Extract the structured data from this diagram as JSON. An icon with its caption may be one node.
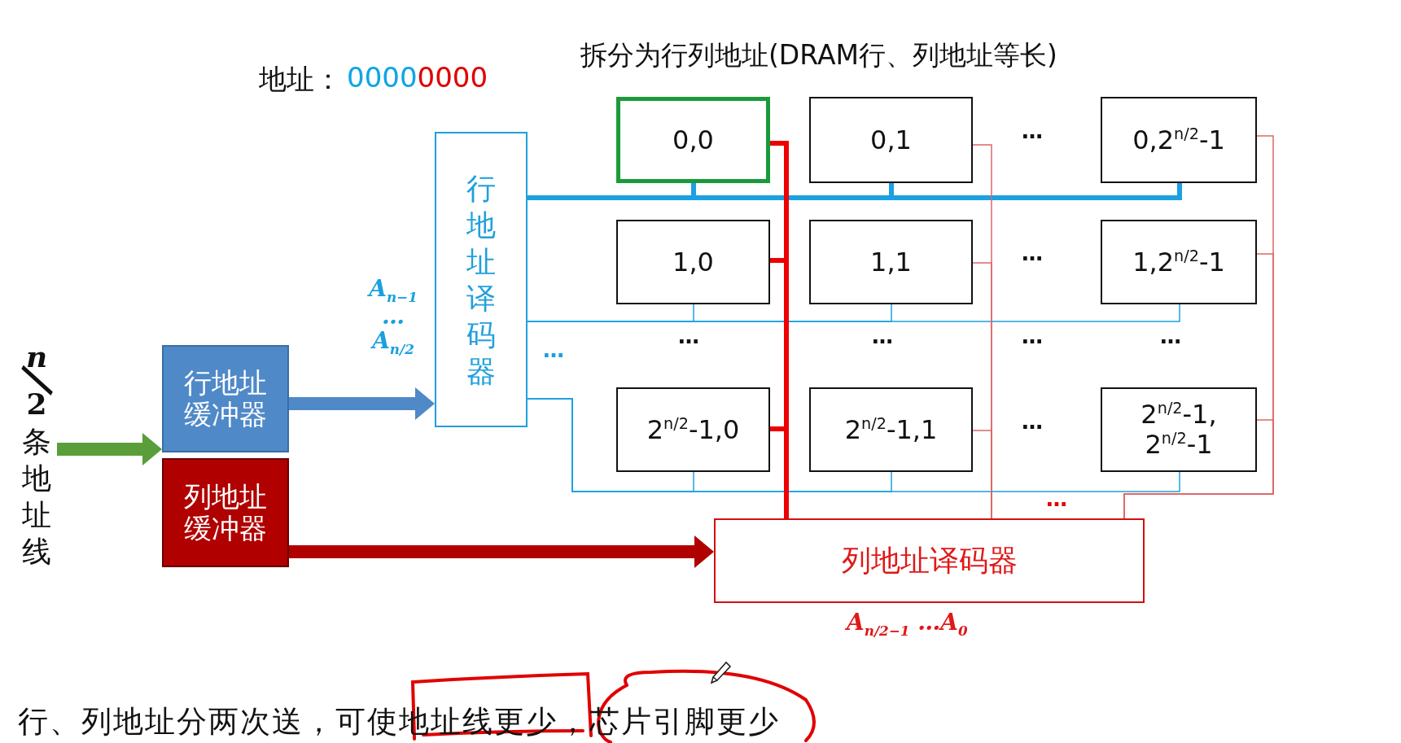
{
  "diagram": {
    "title": "拆分为行列地址(DRAM行、列地址等长)",
    "caption": "行、列地址分两次送，可使地址线更少，芯片引脚更少",
    "nodes": [
      {
        "text": [
          "行地址译码器"
        ]
      },
      {
        "text": [
          "0,0"
        ]
      },
      {
        "text": [
          "0,1"
        ]
      },
      {
        "text": [
          "0,2$^{n/2}$-1"
        ]
      },
      {
        "text": [
          "1,0"
        ]
      },
      {
        "text": [
          "1,1"
        ]
      },
      {
        "text": [
          "1,2$^{n/2}$-1"
        ]
      },
      {
        "text": [
          "2$^{n/2}$-1,0"
        ]
      },
      {
        "text": [
          "2$^{n/2}$-1,1"
        ]
      },
      {
        "text": [
          "2$^{n/2}$-1, 2$^{n/2}$-1"
        ]
      },
      {
        "text": [
          "n/2",
          "条地址线"
        ]
      },
      {
        "text": [
          "行地址缓冲器"
        ]
      },
      {
        "text": [
          "列地址缓冲器"
        ]
      },
      {
        "text": [
          "列地址译码器"
        ],
        "beside": [
          "A$_{n/2−1}$ …A$_{0}$"
        ]
      }
    ],
    "edges": [
      {
        "from": 10,
        "to": 11,
        "arrow": "to",
        "style": "thick",
        "color": "#5a9e3a"
      },
      {
        "from": 11,
        "to": 0,
        "arrow": "to",
        "style": "thick",
        "color": "#4f89c8",
        "label": "A$_{n−1}$ … A$_{n/2}$"
      },
      {
        "from": 12,
        "to": 13,
        "arrow": "to",
        "style": "thick",
        "color": "#b00000"
      },
      {
        "from": 0,
        "to": 1,
        "arrow": "none",
        "style": "thick"
      },
      {
        "from": 0,
        "to": 2,
        "arrow": "none",
        "style": "thick"
      },
      {
        "from": 0,
        "to": 3,
        "arrow": "none",
        "style": "thick"
      },
      {
        "from": 0,
        "to": 4,
        "arrow": "none"
      },
      {
        "from": 0,
        "to": 5,
        "arrow": "none"
      },
      {
        "from": 0,
        "to": 6,
        "arrow": "none"
      },
      {
        "from": 0,
        "to": 7,
        "arrow": "none"
      },
      {
        "from": 0,
        "to": 8,
        "arrow": "none"
      },
      {
        "from": 0,
        "to": 9,
        "arrow": "none"
      },
      {
        "from": 13,
        "to": 1,
        "arrow": "none",
        "style": "thick",
        "color": "#ee0000"
      },
      {
        "from": 13,
        "to": 4,
        "arrow": "none",
        "style": "thick",
        "color": "#ee0000"
      },
      {
        "from": 13,
        "to": 7,
        "arrow": "none",
        "style": "thick",
        "color": "#ee0000"
      },
      {
        "from": 13,
        "to": 2,
        "arrow": "none",
        "color": "#e06666"
      },
      {
        "from": 13,
        "to": 5,
        "arrow": "none",
        "color": "#e06666"
      },
      {
        "from": 13,
        "to": 8,
        "arrow": "none",
        "color": "#e06666"
      },
      {
        "from": 13,
        "to": 3,
        "arrow": "none",
        "color": "#e06666"
      },
      {
        "from": 13,
        "to": 6,
        "arrow": "none",
        "color": "#e06666"
      },
      {
        "from": 13,
        "to": 9,
        "arrow": "none",
        "color": "#e06666"
      }
    ],
    "labels": [
      "地址：",
      "0000",
      "0000",
      "…",
      "…",
      "…",
      "…",
      "…",
      "…",
      "…",
      "…",
      "…"
    ]
  }
}
